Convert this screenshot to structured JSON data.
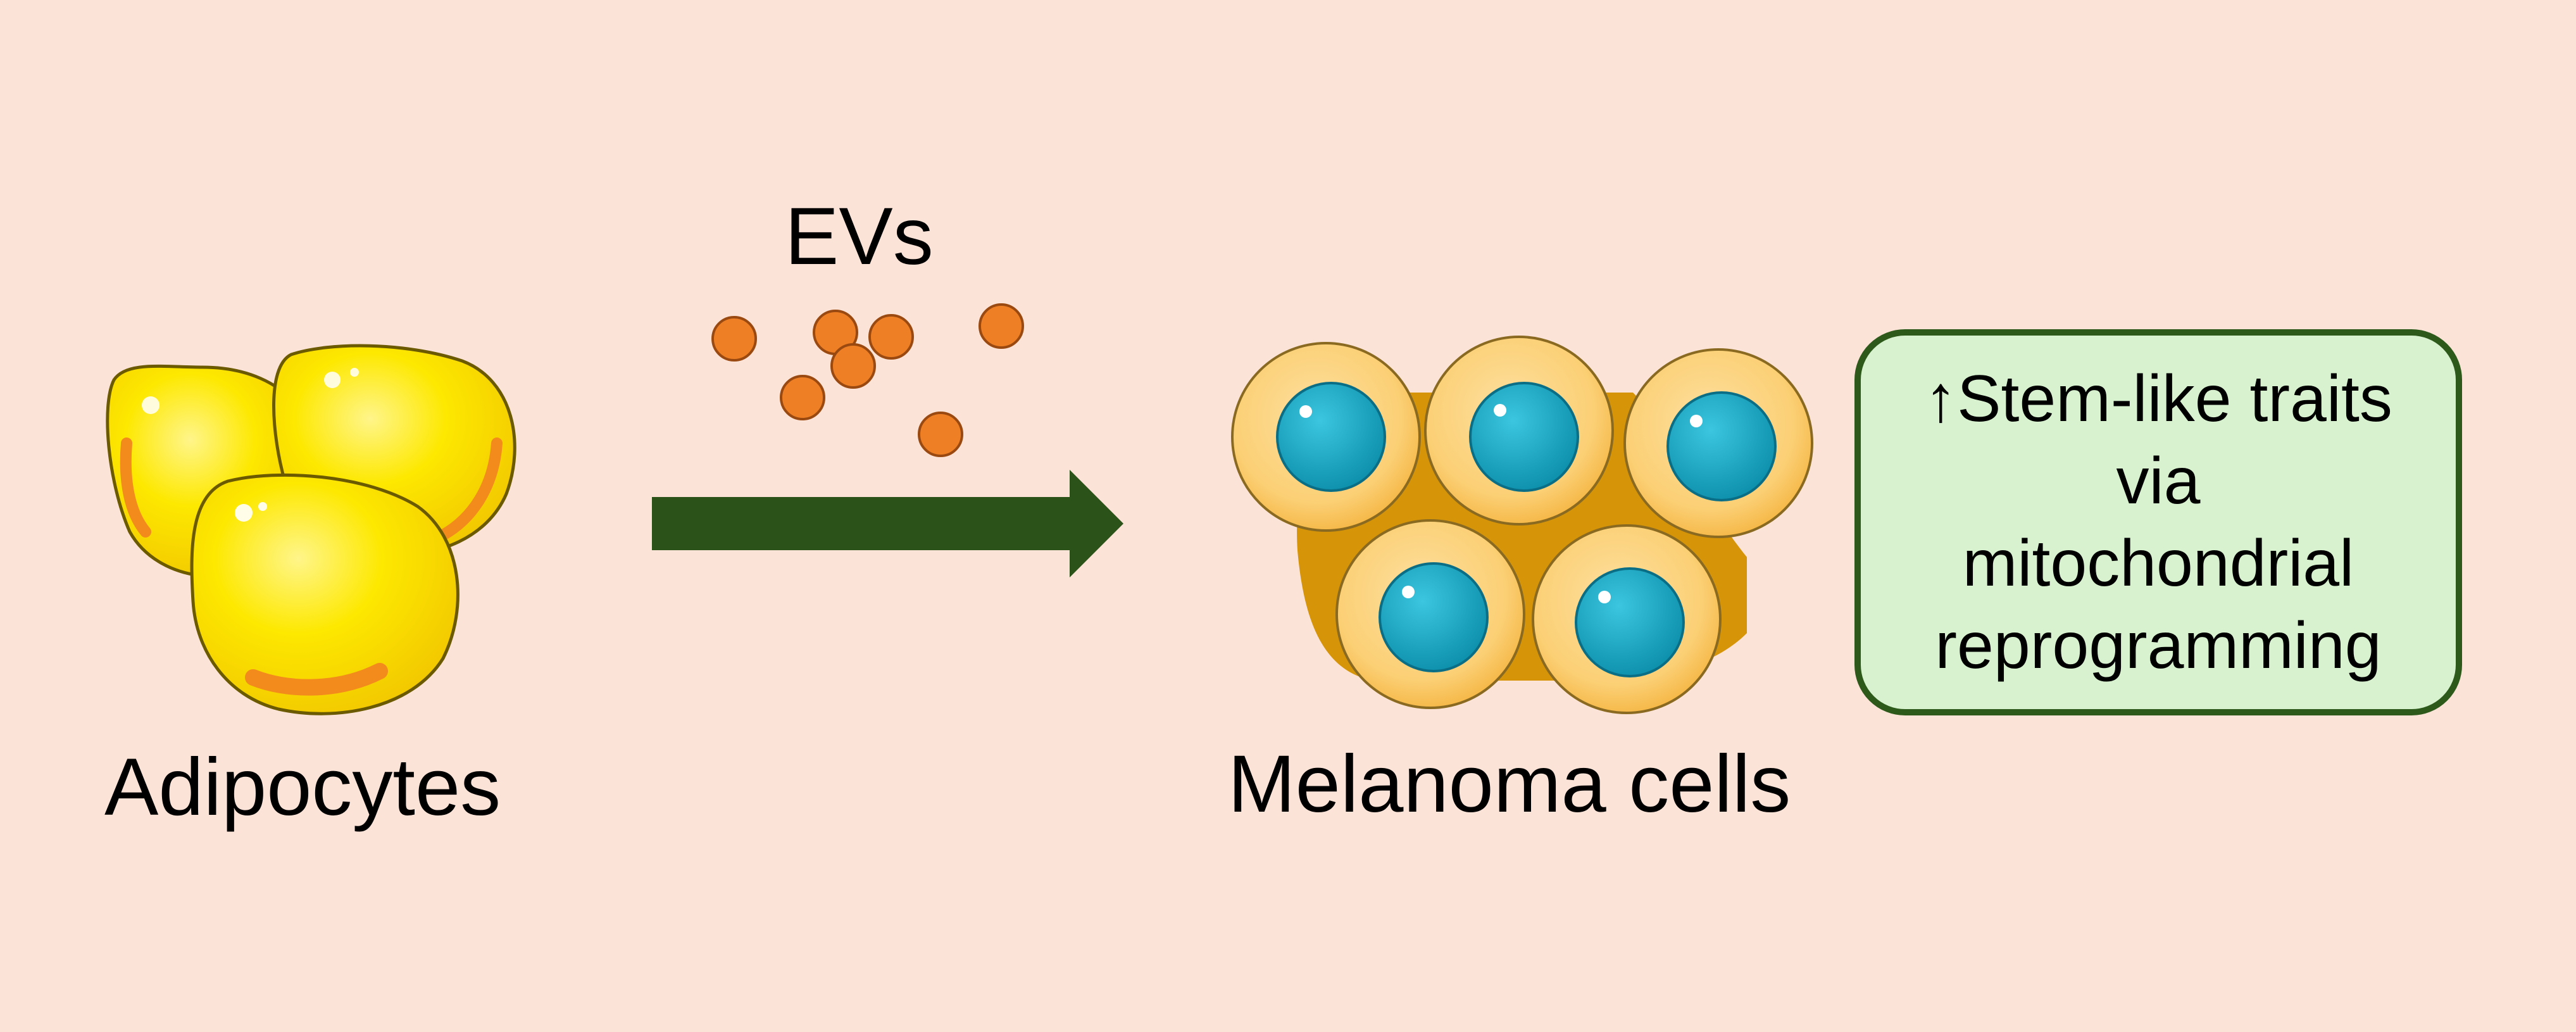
{
  "labels": {
    "evs": "EVs",
    "adipocytes": "Adipocytes",
    "melanoma_cells": "Melanoma cells"
  },
  "outcome": {
    "lines": [
      "↑Stem-like traits",
      "via",
      "mitochondrial",
      "reprogramming"
    ]
  },
  "colors": {
    "background": "#fce3d8",
    "arrow": "#2b5219",
    "ev_particle": "#ef7f24",
    "adipocyte": "#fde800",
    "melanoma_cell": "#fbd07c",
    "nucleus": "#14a8c4",
    "outcome_fill": "#d8f2d0",
    "outcome_border": "#2d5a1b"
  },
  "icons": [
    "adipocyte-cluster-icon",
    "ev-particle-icon",
    "right-arrow-icon",
    "melanoma-cell-cluster-icon"
  ]
}
